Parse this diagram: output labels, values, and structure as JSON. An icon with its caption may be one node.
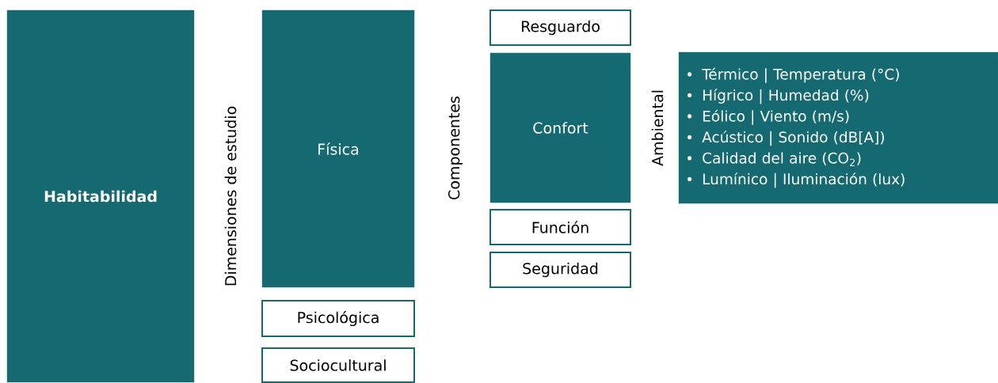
{
  "diagram": {
    "nodes": [
      {
        "text": [
          "Habitabilidad"
        ]
      },
      {
        "text": [
          "Física"
        ]
      },
      {
        "text": [
          "Psicológica"
        ]
      },
      {
        "text": [
          "Sociocultural"
        ]
      },
      {
        "text": [
          "Resguardo"
        ]
      },
      {
        "text": [
          "Confort"
        ]
      },
      {
        "text": [
          "Función"
        ]
      },
      {
        "text": [
          "Seguridad"
        ]
      },
      {
        "text": [
          "Ambiental",
          "Térmico | Temperatura (°C)",
          "Hígrico | Humedad (%)",
          "Eólico | Viento (m/s)",
          "Acústico | Sonido (dB[A])",
          "Calidad del aire (CO$_{2}$)",
          "Lumínico | Iluminación (lux)"
        ]
      }
    ],
    "labels": [
      "Dimensiones de estudio",
      "Componentes"
    ]
  }
}
